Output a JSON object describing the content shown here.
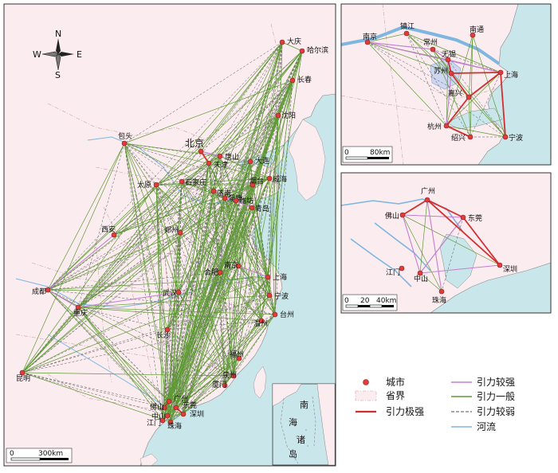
{
  "compass": {
    "n": "N",
    "s": "S",
    "e": "E",
    "w": "W"
  },
  "scales": {
    "main": {
      "zero": "0",
      "label": "300km"
    },
    "yangtze": {
      "zero": "0",
      "label": "80km"
    },
    "pearl": {
      "zero": "0",
      "mid": "20",
      "label": "40km"
    }
  },
  "south_sea": {
    "c1": "南",
    "c2": "海",
    "c3": "诸",
    "c4": "岛"
  },
  "legend": {
    "city": "城市",
    "province": "省界",
    "very_strong": "引力极强",
    "strong": "引力较强",
    "general": "引力一般",
    "weak": "引力较弱",
    "river": "河流"
  },
  "colors": {
    "land": "#fbecef",
    "sea": "#c9e6ea",
    "very_strong": "#d12f2f",
    "strong": "#c47fd2",
    "general": "#5f9a35",
    "weak": "#555555",
    "river": "#7eb6df",
    "city": "#e03c3c"
  },
  "cities_main": [
    {
      "name": "大庆"
    },
    {
      "name": "哈尔滨"
    },
    {
      "name": "长春"
    },
    {
      "name": "沈阳"
    },
    {
      "name": "包头"
    },
    {
      "name": "北京"
    },
    {
      "name": "唐山"
    },
    {
      "name": "天津"
    },
    {
      "name": "大连"
    },
    {
      "name": "太原"
    },
    {
      "name": "石家庄"
    },
    {
      "name": "济南"
    },
    {
      "name": "烟台"
    },
    {
      "name": "威海"
    },
    {
      "name": "淄博"
    },
    {
      "name": "潍坊"
    },
    {
      "name": "青岛"
    },
    {
      "name": "郑州"
    },
    {
      "name": "西安"
    },
    {
      "name": "武汉"
    },
    {
      "name": "南京"
    },
    {
      "name": "合肥"
    },
    {
      "name": "上海"
    },
    {
      "name": "宁波"
    },
    {
      "name": "台州"
    },
    {
      "name": "温州"
    },
    {
      "name": "成都"
    },
    {
      "name": "重庆"
    },
    {
      "name": "长沙"
    },
    {
      "name": "福州"
    },
    {
      "name": "泉州"
    },
    {
      "name": "厦门"
    },
    {
      "name": "昆明"
    },
    {
      "name": "佛山"
    },
    {
      "name": "广州"
    },
    {
      "name": "东莞"
    },
    {
      "name": "深圳"
    },
    {
      "name": "中山"
    },
    {
      "name": "江门"
    },
    {
      "name": "珠海"
    }
  ],
  "cities_yangtze": [
    {
      "name": "南京"
    },
    {
      "name": "镇江"
    },
    {
      "name": "常州"
    },
    {
      "name": "南通"
    },
    {
      "name": "无锡"
    },
    {
      "name": "苏州"
    },
    {
      "name": "上海"
    },
    {
      "name": "嘉兴"
    },
    {
      "name": "杭州"
    },
    {
      "name": "绍兴"
    },
    {
      "name": "宁波"
    }
  ],
  "cities_pearl": [
    {
      "name": "广州"
    },
    {
      "name": "佛山"
    },
    {
      "name": "东莞"
    },
    {
      "name": "江门"
    },
    {
      "name": "中山"
    },
    {
      "name": "深圳"
    },
    {
      "name": "珠海"
    }
  ]
}
